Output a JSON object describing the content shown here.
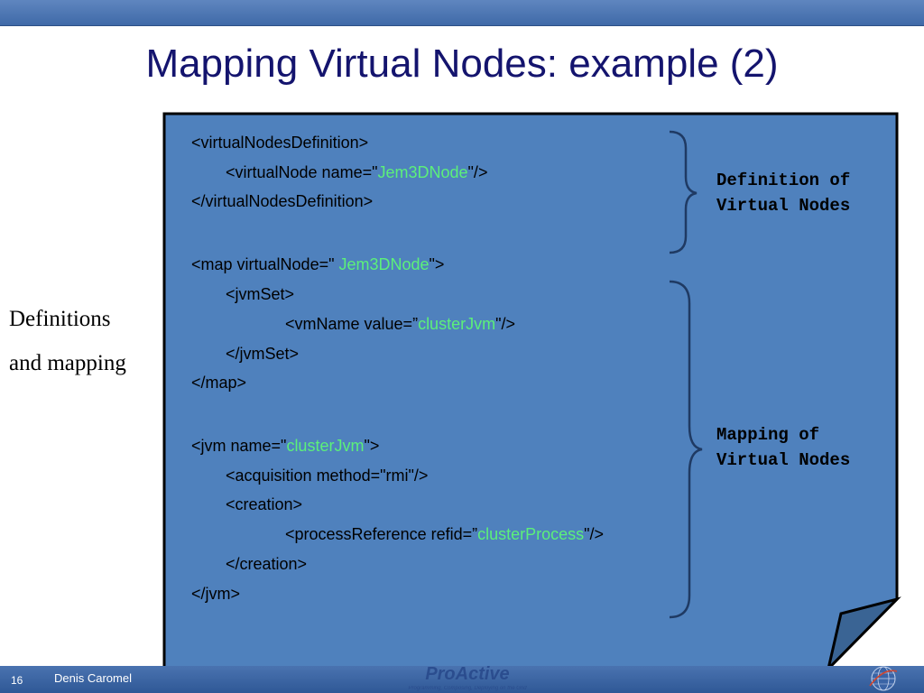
{
  "slide": {
    "title": "Mapping Virtual Nodes: example (2)",
    "side_label": [
      "Definitions",
      "and mapping"
    ]
  },
  "code": {
    "l1": "<virtualNodesDefinition>",
    "l2_pre": "<virtualNode name=\"",
    "l2_hl": "Jem3DNode",
    "l2_post": "\"/>",
    "l3": "</virtualNodesDefinition>",
    "l4_pre": "<map virtualNode=\" ",
    "l4_hl": "Jem3DNode",
    "l4_post": "\">",
    "l5": "<jvmSet>",
    "l6_pre": "<vmName value=”",
    "l6_hl": "clusterJvm",
    "l6_post": "\"/>",
    "l7": "</jvmSet>",
    "l8": "</map>",
    "l9_pre": "<jvm name=\"",
    "l9_hl": "clusterJvm",
    "l9_post": "\">",
    "l10": "<acquisition method=\"rmi\"/>",
    "l11": "<creation>",
    "l12_pre": "<processReference refid=”",
    "l12_hl": "clusterProcess",
    "l12_post": "\"/>",
    "l13": "</creation>",
    "l14": "</jvm>"
  },
  "braces": {
    "definition": [
      "Definition of",
      "Virtual Nodes"
    ],
    "mapping": [
      "Mapping of",
      "Virtual Nodes"
    ]
  },
  "footer": {
    "page_number": "16",
    "author": "Denis Caromel",
    "logo_text": "ProActive",
    "logo_tagline": "Programming, Composing, Deploying on the Grid"
  },
  "colors": {
    "title": "#14146e",
    "note_fill": "#4f81bd",
    "highlight": "#5cf07a",
    "bar": "#3f6aa8"
  },
  "icons": [
    "globe-icon"
  ]
}
